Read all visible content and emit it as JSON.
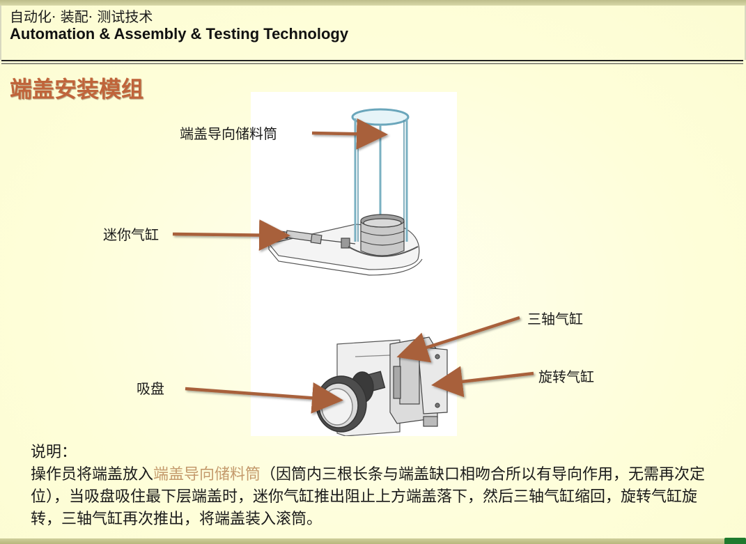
{
  "header": {
    "title_cn": "自动化· 装配· 测试技术",
    "title_en": "Automation & Assembly & Testing Technology"
  },
  "slide": {
    "title": "端盖安装模组"
  },
  "callouts": {
    "guide_tube": "端盖导向储料筒",
    "mini_cylinder": "迷你气缸",
    "triaxial_cylinder": "三轴气缸",
    "rotary_cylinder": "旋转气缸",
    "suction_cup": "吸盘"
  },
  "description": {
    "heading": "说明：",
    "part1": "操作员将端盖放入",
    "highlight": "端盖导向储料筒",
    "part2": "（因筒内三根长条与端盖缺口相吻合所以有导向作用，无需再次定位），当吸盘吸住最下层端盖时，迷你气缸推出阻止上方端盖落下，然后三轴气缸缩回，旋转气缸旋转，三轴气缸再次推出，将端盖装入滚筒。"
  },
  "colors": {
    "title": "#c0643a",
    "highlight": "#c49a6c",
    "arrow": "#a8603a"
  }
}
